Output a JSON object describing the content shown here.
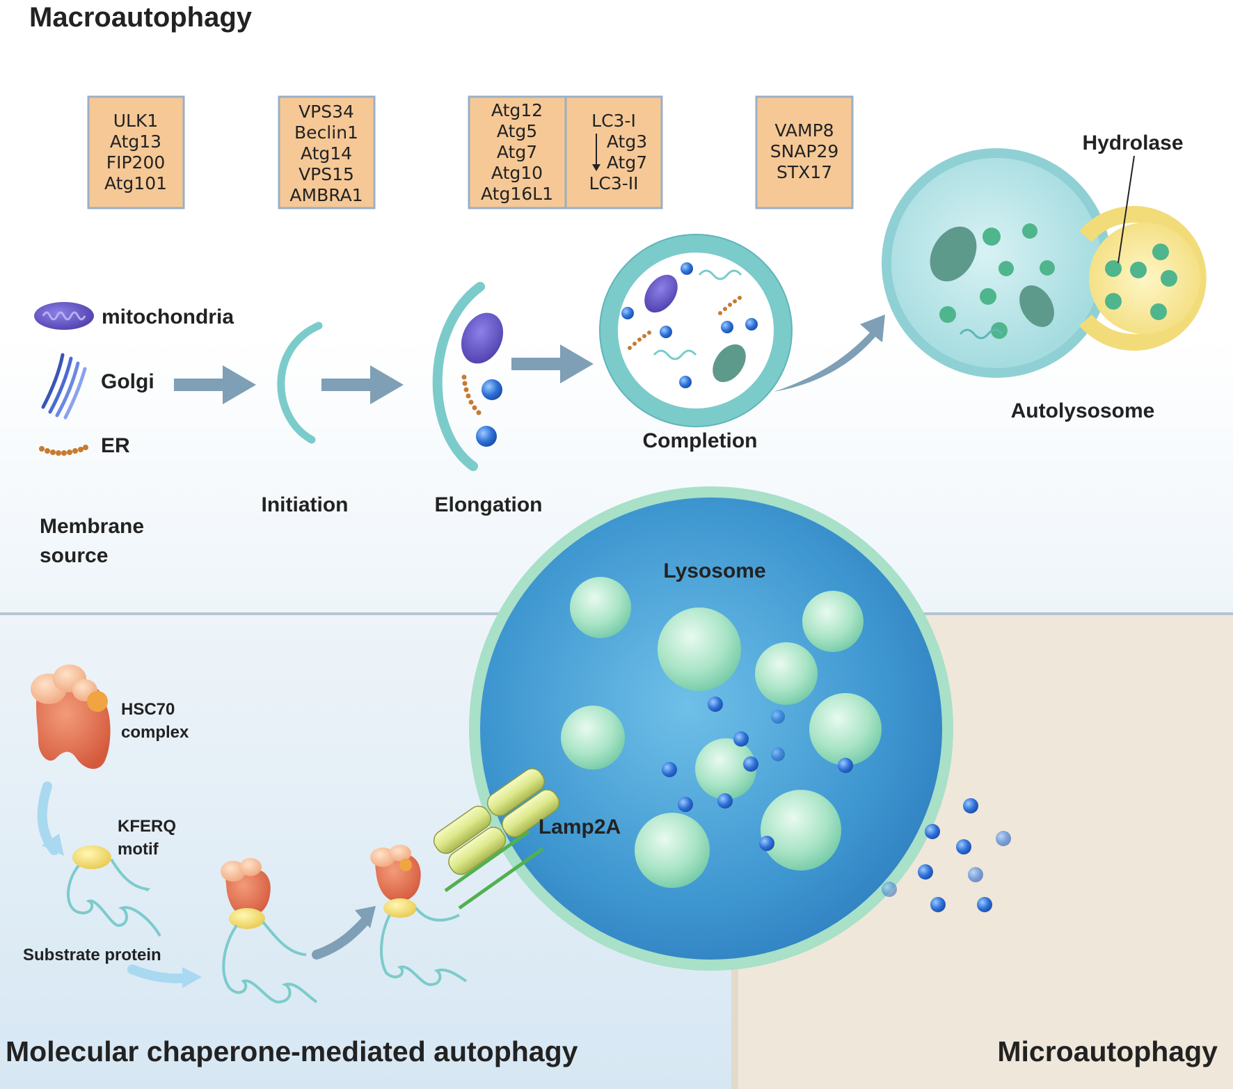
{
  "macro": {
    "title": "Macroautophagy",
    "boxes": [
      {
        "lines": [
          "ULK1",
          "Atg13",
          "FIP200",
          "Atg101"
        ]
      },
      {
        "lines": [
          "VPS34",
          "Beclin1",
          "Atg14",
          "VPS15",
          "AMBRA1"
        ]
      },
      {
        "lines": [
          "Atg12",
          "Atg5",
          "Atg7",
          "Atg10",
          "Atg16L1"
        ]
      },
      {
        "lines": [
          "LC3-I",
          "Atg3",
          "Atg7",
          "LC3-II"
        ]
      },
      {
        "lines": [
          "VAMP8",
          "SNAP29",
          "STX17"
        ]
      }
    ],
    "legend": {
      "mito": "mitochondria",
      "golgi": "Golgi",
      "er": "ER"
    },
    "membrane_source": [
      "Membrane",
      "source"
    ],
    "stages": {
      "initiation": "Initiation",
      "elongation": "Elongation",
      "completion": "Completion",
      "autolysosome": "Autolysosome",
      "hydrolase": "Hydrolase"
    }
  },
  "cma": {
    "title": "Molecular chaperone-mediated autophagy",
    "hsc70": [
      "HSC70",
      "complex"
    ],
    "kferq": [
      "KFERQ",
      "motif"
    ],
    "substrate": "Substrate protein",
    "lamp2a": "Lamp2A",
    "lysosome": "Lysosome"
  },
  "micro": {
    "title": "Microautophagy"
  },
  "colors": {
    "box_fill": "#F5C896",
    "box_stroke": "#9AAFC4",
    "arrow": "#7E9FB5",
    "membrane": "#7CCBCB",
    "mito": "#5D4FC0",
    "lysosome": "#4FA8D8",
    "hydrolase": "#F2DC7A",
    "hsc70": "#E0704F",
    "cma_bg": "#D9E9F4",
    "micro_bg": "#EFE7DA"
  }
}
